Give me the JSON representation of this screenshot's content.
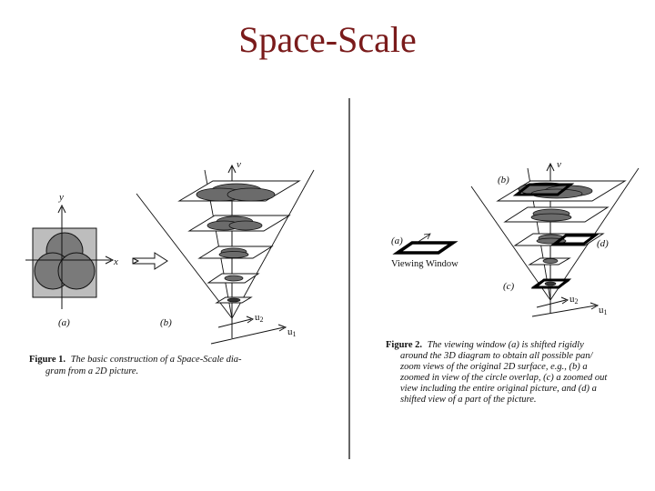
{
  "title": "Space-Scale",
  "figure1": {
    "axis_y": "y",
    "axis_x": "x",
    "axis_v": "v",
    "axis_u1": "u",
    "axis_u1_sub": "1",
    "axis_u2": "u",
    "axis_u2_sub": "2",
    "panel_a": "(a)",
    "panel_b": "(b)",
    "caption_bold": "Figure 1.",
    "caption_line1": "The basic construction of a Space-Scale dia-",
    "caption_line2": "gram from a 2D picture."
  },
  "figure2": {
    "axis_v": "v",
    "axis_u1": "u",
    "axis_u1_sub": "1",
    "axis_u2": "u",
    "axis_u2_sub": "2",
    "panel_a": "(a)",
    "panel_b": "(b)",
    "panel_c": "(c)",
    "panel_d": "(d)",
    "viewing_window": "Viewing Window",
    "caption_bold": "Figure 2.",
    "caption_line1": "The viewing window (a) is shifted rigidly",
    "caption_line2": "around the 3D diagram to obtain all possible pan/",
    "caption_line3": "zoom views of the original 2D surface, e.g., (b) a",
    "caption_line4": "zoomed in view of the circle overlap, (c) a zoomed out",
    "caption_line5": "view including the entire original picture, and (d) a",
    "caption_line6": "shifted view of a part of the picture."
  },
  "colors": {
    "title": "#7a1b1b",
    "ink": "#111111",
    "shade_dark": "#6b6b6b",
    "shade_light": "#a8a8a8",
    "square_fill": "#bdbdbd"
  }
}
